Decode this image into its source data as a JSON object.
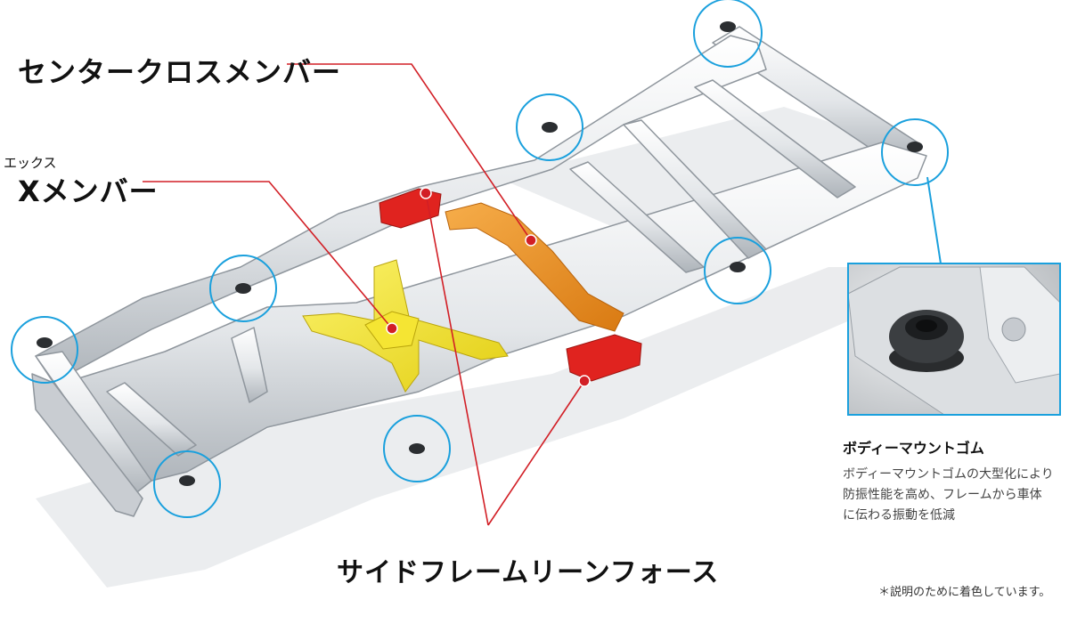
{
  "labels": {
    "center_cross_member": "センタークロスメンバー",
    "x_member_ruby": "エックス",
    "x_member": "Xメンバー",
    "side_frame_reinforce": "サイドフレームリーンフォース"
  },
  "inset": {
    "title": "ボディーマウントゴム",
    "desc_lines": [
      "ボディーマウントゴムの大型化により",
      "防振性能を高め、フレームから車体",
      "に伝わる振動を低減"
    ]
  },
  "footnote": "＊説明のために着色しています。",
  "colors": {
    "leader_red": "#d21f26",
    "callout_blue": "#1aa0dd",
    "center_member": "#f0962a",
    "x_member": "#f2e32a",
    "reinforce": "#e0231f",
    "frame_light": "#eef0f2",
    "frame_shade": "#b9bec4"
  }
}
